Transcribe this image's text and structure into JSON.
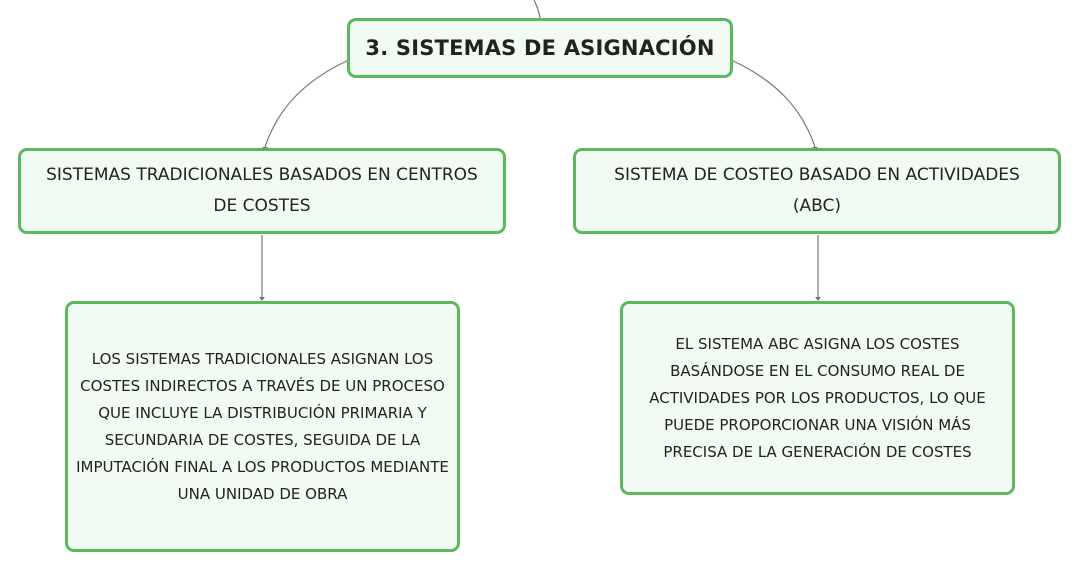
{
  "diagram": {
    "root": {
      "label": "3. SISTEMAS DE ASIGNACIÓN"
    },
    "branches": [
      {
        "label": "SISTEMAS TRADICIONALES BASADOS EN CENTROS DE COSTES",
        "detail": "LOS SISTEMAS TRADICIONALES ASIGNAN LOS COSTES INDIRECTOS A TRAVÉS DE UN PROCESO QUE INCLUYE LA DISTRIBUCIÓN PRIMARIA Y SECUNDARIA DE COSTES, SEGUIDA DE LA IMPUTACIÓN FINAL A LOS PRODUCTOS MEDIANTE UNA UNIDAD DE OBRA"
      },
      {
        "label": "SISTEMA DE COSTEO BASADO EN ACTIVIDADES (ABC)",
        "detail": "EL SISTEMA ABC ASIGNA LOS COSTES BASÁNDOSE EN EL CONSUMO REAL DE ACTIVIDADES POR LOS PRODUCTOS, LO QUE PUEDE PROPORCIONAR UNA VISIÓN MÁS PRECISA DE LA GENERACIÓN DE COSTES"
      }
    ]
  },
  "colors": {
    "node_border": "#5cb85c",
    "node_fill": "#f2fbf3",
    "connector": "#777777",
    "text": "#222222"
  }
}
